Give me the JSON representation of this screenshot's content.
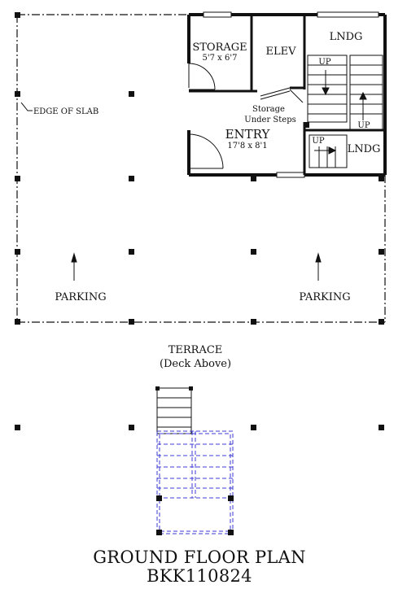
{
  "plan": {
    "title": "GROUND FLOOR PLAN",
    "code": "BKK110824",
    "rooms": {
      "storage": {
        "name": "STORAGE",
        "size": "5'7 x 6'7"
      },
      "elevator": {
        "name": "ELEV"
      },
      "landing_top": {
        "name": "LNDG"
      },
      "landing_bottom": {
        "name": "LNDG"
      },
      "storage_under_steps": {
        "line1": "Storage",
        "line2": "Under Steps"
      },
      "entry": {
        "name": "ENTRY",
        "size": "17'8 x 8'1"
      }
    },
    "stair_labels": {
      "up_left": "UP",
      "up_right": "UP",
      "up_lower": "UP"
    },
    "annotations": {
      "edge_of_slab": "EDGE OF SLAB",
      "parking_left": "PARKING",
      "parking_right": "PARKING",
      "terrace": "TERRACE",
      "terrace_note": "(Deck Above)"
    },
    "colors": {
      "line": "#111111",
      "deck": "#3b3bd6",
      "background": "#ffffff"
    }
  }
}
